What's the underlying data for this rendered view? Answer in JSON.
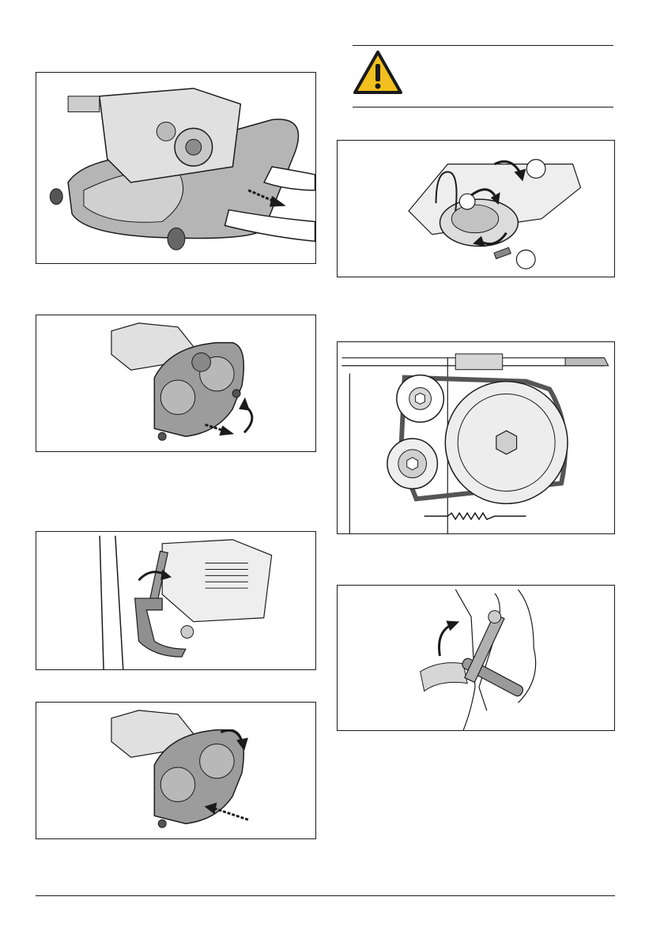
{
  "warning": {
    "icon": "warning-triangle-icon",
    "colors": {
      "fill": "#f2c01e",
      "border": "#1a1a1a"
    }
  },
  "figures": [
    {
      "name": "mower-deck-pull-out",
      "icons": [
        "arrow-right-icon"
      ]
    },
    {
      "name": "deck-tilt-up",
      "icons": [
        "curved-arrow-icon",
        "arrow-right-icon"
      ]
    },
    {
      "name": "lever-release",
      "icons": [
        "curved-arrow-icon"
      ]
    },
    {
      "name": "deck-push-in",
      "icons": [
        "curved-arrow-icon",
        "arrow-left-icon"
      ]
    },
    {
      "name": "belt-tensioner",
      "icons": [
        "curved-arrow-icon"
      ]
    },
    {
      "name": "belt-routing-pulleys",
      "icons": []
    },
    {
      "name": "lever-lift",
      "icons": [
        "curved-arrow-icon"
      ]
    }
  ],
  "colors": {
    "line": "#1a1a1a",
    "metal": "#9a9a9a",
    "metal_light": "#c8c8c8"
  }
}
